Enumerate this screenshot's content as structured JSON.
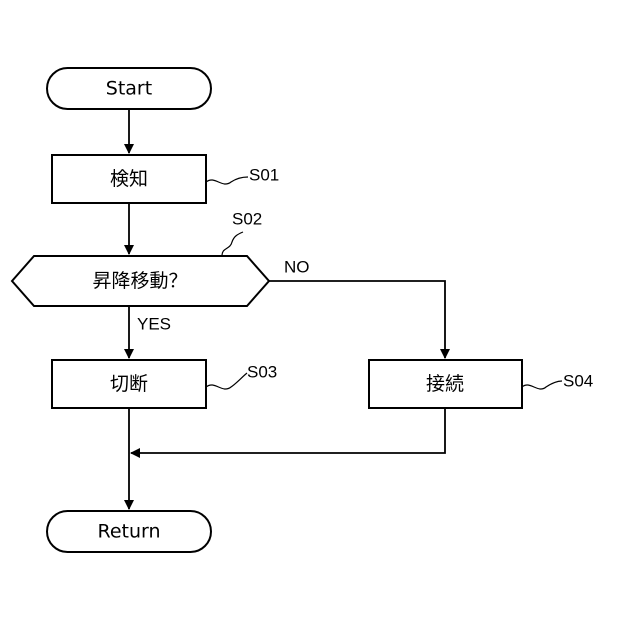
{
  "flowchart": {
    "start": "Start",
    "detect": {
      "label": "検知",
      "step": "S01"
    },
    "decision": {
      "label": "昇降移動？",
      "step": "S02",
      "yes": "YES",
      "no": "NO"
    },
    "disconnect": {
      "label": "切断",
      "step": "S03"
    },
    "connect": {
      "label": "接続",
      "step": "S04"
    },
    "end": "Return"
  }
}
